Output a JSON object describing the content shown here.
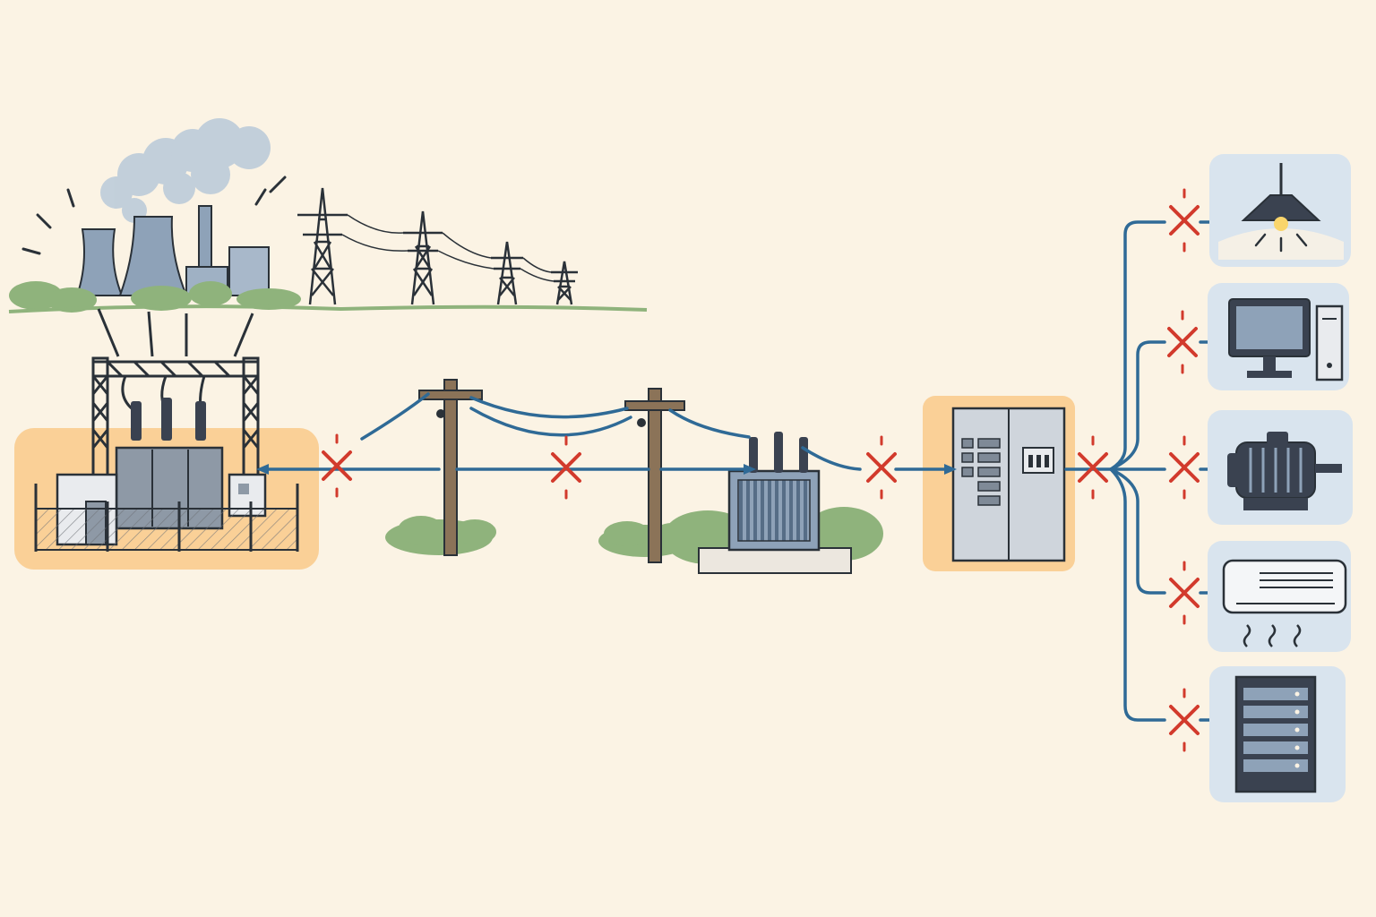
{
  "diagram": {
    "kind": "power-distribution-chain-outage",
    "printed_text": [],
    "stages": [
      {
        "id": "power-plant",
        "icon": "power-plant-icon"
      },
      {
        "id": "transmission-towers",
        "icon": "transmission-tower-icon"
      },
      {
        "id": "substation",
        "icon": "substation-icon"
      },
      {
        "id": "utility-pole-1",
        "icon": "utility-pole-icon"
      },
      {
        "id": "utility-pole-2",
        "icon": "utility-pole-icon"
      },
      {
        "id": "pad-transformer",
        "icon": "transformer-icon"
      },
      {
        "id": "distribution-panel",
        "icon": "electrical-panel-icon"
      }
    ],
    "loads": [
      {
        "id": "ceiling-lamp",
        "icon": "lamp-icon"
      },
      {
        "id": "desktop-computer",
        "icon": "computer-icon"
      },
      {
        "id": "electric-motor",
        "icon": "motor-icon"
      },
      {
        "id": "air-conditioner",
        "icon": "air-conditioner-icon"
      },
      {
        "id": "server-rack",
        "icon": "server-rack-icon"
      }
    ],
    "break_marker": "red-x-icon",
    "break_count": 9,
    "colors": {
      "background": "#fbf3e4",
      "wire": "#2f6a96",
      "break": "#d23a2c",
      "highlight": "#f9c98a",
      "equipment": "#8e99a6",
      "outline": "#2a3138",
      "foliage": "#8fb37c",
      "smoke": "#b7c7d6",
      "load_card": "#d9e4ee"
    }
  }
}
